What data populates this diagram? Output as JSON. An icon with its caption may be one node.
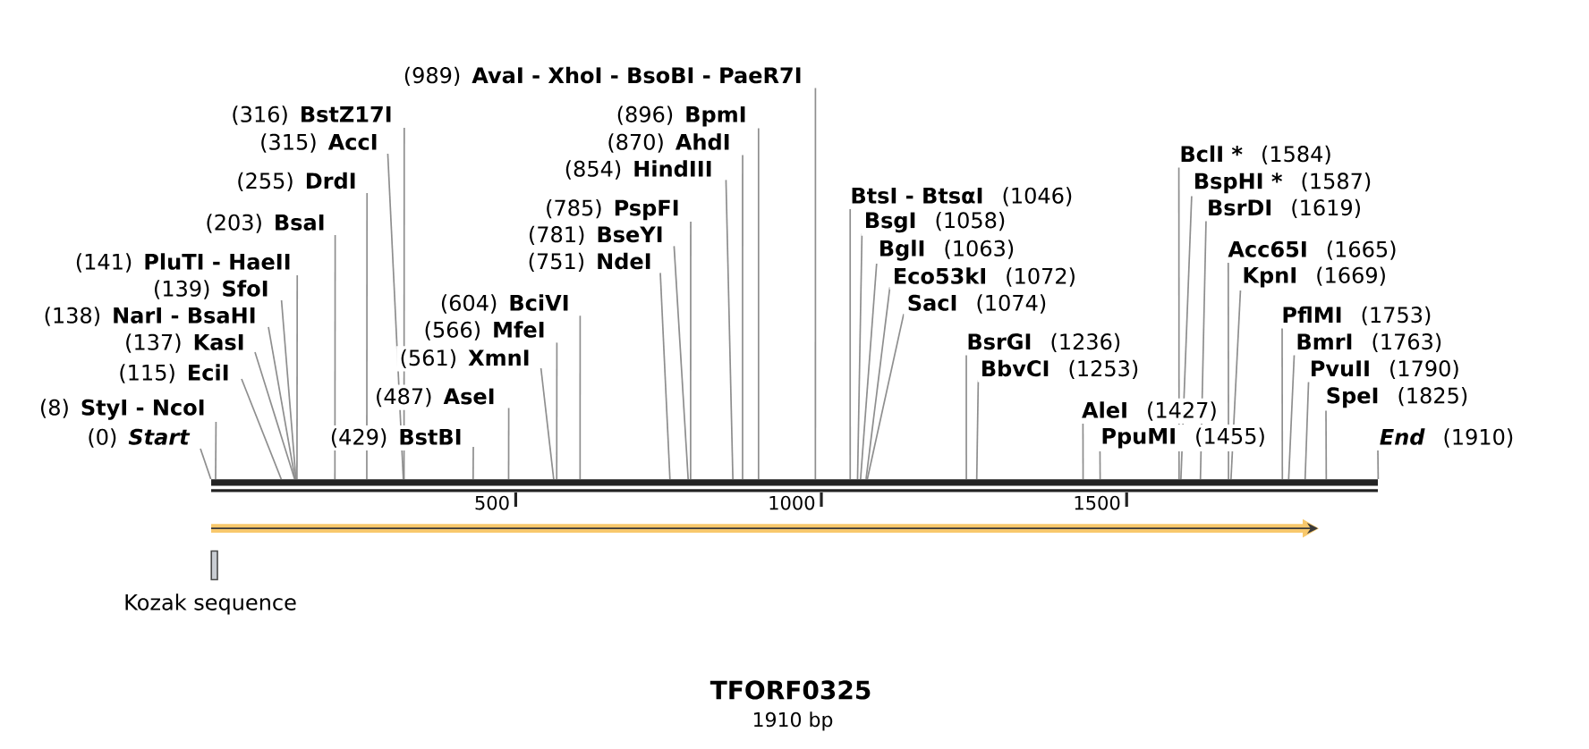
{
  "diagram": {
    "title": "TFORF0325",
    "caption": "1910 bp",
    "nodes": [
      {
        "text": [
          "(0)",
          "Start"
        ]
      },
      {
        "text": [
          "(8)",
          "StyI - NcoI"
        ]
      },
      {
        "text": [
          "(115)",
          "EciI"
        ]
      },
      {
        "text": [
          "(137)",
          "KasI"
        ]
      },
      {
        "text": [
          "(138)",
          "NarI - BsaHI"
        ]
      },
      {
        "text": [
          "(139)",
          "SfoI"
        ]
      },
      {
        "text": [
          "(141)",
          "PluTI - HaeII"
        ]
      },
      {
        "text": [
          "(203)",
          "BsaI"
        ]
      },
      {
        "text": [
          "(255)",
          "DrdI"
        ]
      },
      {
        "text": [
          "(315)",
          "AccI"
        ]
      },
      {
        "text": [
          "(316)",
          "BstZ17I"
        ]
      },
      {
        "text": [
          "(429)",
          "BstBI"
        ]
      },
      {
        "text": [
          "(487)",
          "AseI"
        ]
      },
      {
        "text": [
          "(561)",
          "XmnI"
        ]
      },
      {
        "text": [
          "(566)",
          "MfeI"
        ]
      },
      {
        "text": [
          "(604)",
          "BciVI"
        ]
      },
      {
        "text": [
          "(751)",
          "NdeI"
        ]
      },
      {
        "text": [
          "(781)",
          "BseYI"
        ]
      },
      {
        "text": [
          "(785)",
          "PspFI"
        ]
      },
      {
        "text": [
          "(854)",
          "HindIII"
        ]
      },
      {
        "text": [
          "(870)",
          "AhdI"
        ]
      },
      {
        "text": [
          "(896)",
          "BpmI"
        ]
      },
      {
        "text": [
          "(989)",
          "AvaI - XhoI - BsoBI - PaeR7I"
        ]
      },
      {
        "text": [
          "BtsI - BtsαI",
          "(1046)"
        ]
      },
      {
        "text": [
          "BsgI",
          "(1058)"
        ]
      },
      {
        "text": [
          "BglI",
          "(1063)"
        ]
      },
      {
        "text": [
          "Eco53kI",
          "(1072)"
        ]
      },
      {
        "text": [
          "SacI",
          "(1074)"
        ]
      },
      {
        "text": [
          "BsrGI",
          "(1236)"
        ]
      },
      {
        "text": [
          "BbvCI",
          "(1253)"
        ]
      },
      {
        "text": [
          "AleI",
          "(1427)"
        ]
      },
      {
        "text": [
          "PpuMI",
          "(1455)"
        ]
      },
      {
        "text": [
          "BclI *",
          "(1584)"
        ]
      },
      {
        "text": [
          "BspHI *",
          "(1587)"
        ]
      },
      {
        "text": [
          "BsrDI",
          "(1619)"
        ]
      },
      {
        "text": [
          "Acc65I",
          "(1665)"
        ]
      },
      {
        "text": [
          "KpnI",
          "(1669)"
        ]
      },
      {
        "text": [
          "PflMI",
          "(1753)"
        ]
      },
      {
        "text": [
          "BmrI",
          "(1763)"
        ]
      },
      {
        "text": [
          "PvuII",
          "(1790)"
        ]
      },
      {
        "text": [
          "SpeI",
          "(1825)"
        ]
      },
      {
        "text": [
          "End",
          "(1910)"
        ]
      },
      {
        "text": [],
        "shape": "bar"
      },
      {
        "text": [],
        "shape": "box",
        "beside": [
          "Kozak sequence"
        ]
      }
    ],
    "edges": [
      {
        "from": 0,
        "to": 42,
        "arrow": "none"
      },
      {
        "from": 1,
        "to": 42,
        "arrow": "none"
      },
      {
        "from": 2,
        "to": 42,
        "arrow": "none"
      },
      {
        "from": 3,
        "to": 42,
        "arrow": "none"
      },
      {
        "from": 4,
        "to": 42,
        "arrow": "none"
      },
      {
        "from": 5,
        "to": 42,
        "arrow": "none"
      },
      {
        "from": 6,
        "to": 42,
        "arrow": "none"
      },
      {
        "from": 7,
        "to": 42,
        "arrow": "none"
      },
      {
        "from": 8,
        "to": 42,
        "arrow": "none"
      },
      {
        "from": 9,
        "to": 42,
        "arrow": "none"
      },
      {
        "from": 10,
        "to": 42,
        "arrow": "none"
      },
      {
        "from": 11,
        "to": 42,
        "arrow": "none"
      },
      {
        "from": 12,
        "to": 42,
        "arrow": "none"
      },
      {
        "from": 13,
        "to": 42,
        "arrow": "none"
      },
      {
        "from": 14,
        "to": 42,
        "arrow": "none"
      },
      {
        "from": 15,
        "to": 42,
        "arrow": "none"
      },
      {
        "from": 16,
        "to": 42,
        "arrow": "none"
      },
      {
        "from": 17,
        "to": 42,
        "arrow": "none"
      },
      {
        "from": 18,
        "to": 42,
        "arrow": "none"
      },
      {
        "from": 19,
        "to": 42,
        "arrow": "none"
      },
      {
        "from": 20,
        "to": 42,
        "arrow": "none"
      },
      {
        "from": 21,
        "to": 42,
        "arrow": "none"
      },
      {
        "from": 22,
        "to": 42,
        "arrow": "none"
      },
      {
        "from": 23,
        "to": 42,
        "arrow": "none"
      },
      {
        "from": 24,
        "to": 42,
        "arrow": "none"
      },
      {
        "from": 25,
        "to": 42,
        "arrow": "none"
      },
      {
        "from": 26,
        "to": 42,
        "arrow": "none"
      },
      {
        "from": 27,
        "to": 42,
        "arrow": "none"
      },
      {
        "from": 28,
        "to": 42,
        "arrow": "none"
      },
      {
        "from": 29,
        "to": 42,
        "arrow": "none"
      },
      {
        "from": 30,
        "to": 42,
        "arrow": "none"
      },
      {
        "from": 31,
        "to": 42,
        "arrow": "none"
      },
      {
        "from": 32,
        "to": 42,
        "arrow": "none"
      },
      {
        "from": 33,
        "to": 42,
        "arrow": "none"
      },
      {
        "from": 34,
        "to": 42,
        "arrow": "none"
      },
      {
        "from": 35,
        "to": 42,
        "arrow": "none"
      },
      {
        "from": 36,
        "to": 42,
        "arrow": "none"
      },
      {
        "from": 37,
        "to": 42,
        "arrow": "none"
      },
      {
        "from": 38,
        "to": 42,
        "arrow": "none"
      },
      {
        "from": 39,
        "to": 42,
        "arrow": "none"
      },
      {
        "from": 40,
        "to": 42,
        "arrow": "none"
      },
      {
        "from": 41,
        "to": 42,
        "arrow": "none"
      }
    ],
    "labels": [
      "500",
      "1000",
      "1500"
    ]
  }
}
